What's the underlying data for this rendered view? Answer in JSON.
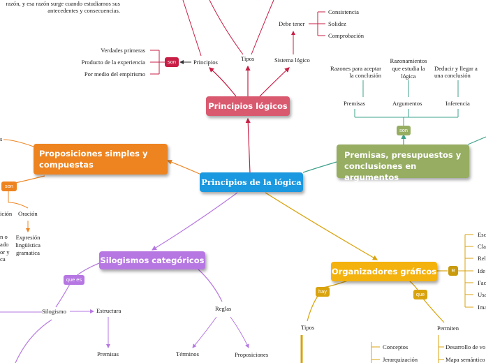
{
  "colors": {
    "central": "#1a98e0",
    "principios": "#d9596f",
    "principios_tag": "#c81e45",
    "premisas": "#96ad62",
    "proposiciones": "#ee8420",
    "silogismos": "#b677e2",
    "organizadores": "#f4b20e",
    "organizadores_dark": "#c99a0c",
    "teal": "#3fa08c"
  },
  "central": {
    "label": "Principios de la lógica"
  },
  "intro": {
    "line1": "razón, y esa razón surge cuando estudiamos sus",
    "line2": "antecedentes y consecuencias."
  },
  "principios_logicos": {
    "label": "Principios lógicos",
    "principios": "Principios",
    "tipos": "Tipos",
    "sistema": "Sistema lógico",
    "son": "son",
    "items": [
      "Verdades primeras",
      "Producto de la experiencia",
      "Por medio del empirismo"
    ],
    "debe_tener": "Debe tener",
    "debe_items": [
      "Consistencia",
      "Solidez",
      "Comprobación"
    ]
  },
  "premisas": {
    "label_line1": "Premisas, presupuestos y",
    "label_line2": "conclusiones en argumentos",
    "son": "son",
    "cols": [
      "Premisas",
      "Argumentos",
      "Inferencia"
    ],
    "desc1_a": "Razones para aceptar",
    "desc1_b": "la conclusión",
    "desc2_a": "Razonamientos",
    "desc2_b": "que estudia la",
    "desc2_c": "lógica",
    "desc3_a": "Deducir y llegar a",
    "desc3_b": "una conclusión"
  },
  "proposiciones": {
    "label_line1": "Proposiciones simples y",
    "label_line2": "compuestas",
    "son": "son",
    "edge_top": "s",
    "left_word": "ición",
    "oracion": "Oración",
    "left_a": "n o",
    "left_b": "ado",
    "left_c": "or y",
    "left_d": "ca",
    "expr_a": "Expresión",
    "expr_b": "lingüística",
    "expr_c": "gramatica"
  },
  "silogismos": {
    "label": "Silogismos categóricos",
    "que_es": "que es",
    "silogismo": "Silogismo",
    "estructura": "Estructura",
    "reglas": "Reglas",
    "premisas": "Premisas",
    "terminos": "Términos",
    "proposiciones": "Proposiciones"
  },
  "organizadores": {
    "label": "Organizadores gráficos",
    "r": "R",
    "hay": "hay",
    "que": "que",
    "tipos": "Tipos",
    "permiten": "Permiten",
    "list": [
      "Conceptos",
      "Jerarquización"
    ],
    "permiten_items": [
      "Desarrollo de vo",
      "Mapa semántico"
    ],
    "right_items": [
      "Esc",
      "Cla",
      "Rel",
      "Ide",
      "Fac",
      "Usa",
      "Ima"
    ]
  }
}
